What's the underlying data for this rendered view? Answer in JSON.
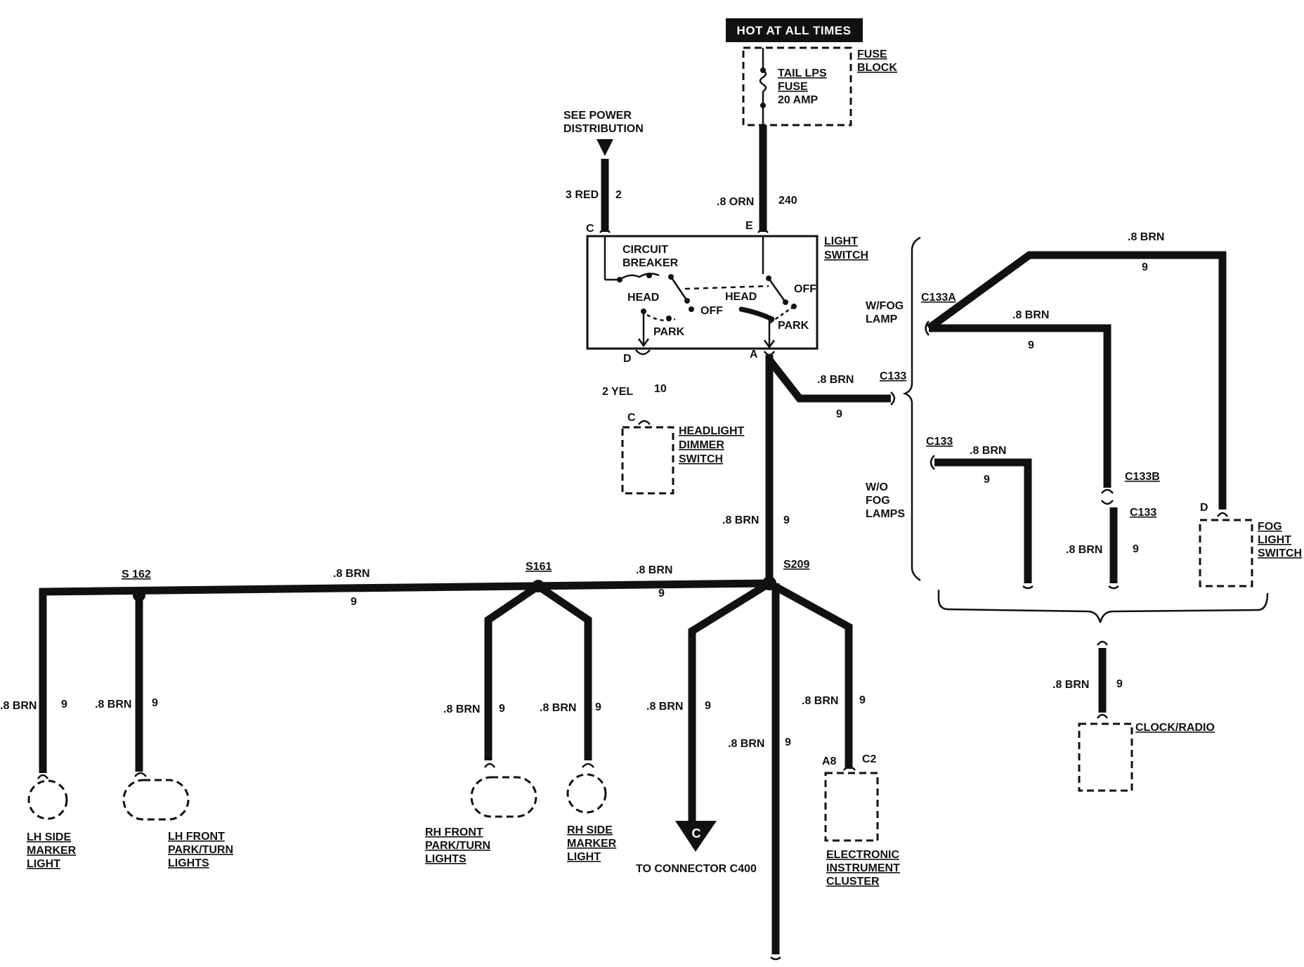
{
  "hot_label": "HOT AT ALL TIMES",
  "fuse_block": {
    "title_1": "FUSE",
    "title_2": "BLOCK",
    "fuse_1": "TAIL LPS",
    "fuse_2": "FUSE",
    "fuse_3": "20 AMP"
  },
  "power_ref": {
    "line_1": "SEE POWER",
    "line_2": "DISTRIBUTION"
  },
  "wires": {
    "red": {
      "gauge": "3 RED",
      "circuit": "2"
    },
    "orn": {
      "gauge": ".8 ORN",
      "circuit": "240"
    },
    "yel": {
      "gauge": "2 YEL",
      "circuit": "10"
    },
    "brn": ".8 BRN",
    "brn_circuit": "9"
  },
  "light_switch": {
    "title_1": "LIGHT",
    "title_2": "SWITCH",
    "pin_c": "C",
    "pin_e": "E",
    "pin_d": "D",
    "pin_a": "A",
    "cb_1": "CIRCUIT",
    "cb_2": "BREAKER",
    "head": "HEAD",
    "off": "OFF",
    "park": "PARK"
  },
  "dimmer": {
    "pin": "C",
    "line_1": "HEADLIGHT",
    "line_2": "DIMMER",
    "line_3": "SWITCH"
  },
  "splices": {
    "s162": "S 162",
    "s161": "S161",
    "s209": "S209"
  },
  "connectors": {
    "c133": "C133",
    "c133a": "C133A",
    "c133b": "C133B",
    "pin_d": "D",
    "a8": "A8",
    "c2": "C2"
  },
  "fog": {
    "w_1": "W/FOG",
    "w_2": "LAMP",
    "wo_1": "W/O",
    "wo_2": "FOG",
    "wo_3": "LAMPS",
    "sw_1": "FOG",
    "sw_2": "LIGHT",
    "sw_3": "SWITCH"
  },
  "clock": "CLOCK/RADIO",
  "components": {
    "lh_side_1": "LH SIDE",
    "lh_side_2": "MARKER",
    "lh_side_3": "LIGHT",
    "lh_front_1": "LH FRONT",
    "lh_front_2": "PARK/TURN",
    "lh_front_3": "LIGHTS",
    "rh_front_1": "RH FRONT",
    "rh_front_2": "PARK/TURN",
    "rh_front_3": "LIGHTS",
    "rh_side_1": "RH SIDE",
    "rh_side_2": "MARKER",
    "rh_side_3": "LIGHT",
    "conn_letter": "C",
    "to_conn": "TO CONNECTOR C400",
    "cluster_1": "ELECTRONIC",
    "cluster_2": "INSTRUMENT",
    "cluster_3": "CLUSTER"
  }
}
